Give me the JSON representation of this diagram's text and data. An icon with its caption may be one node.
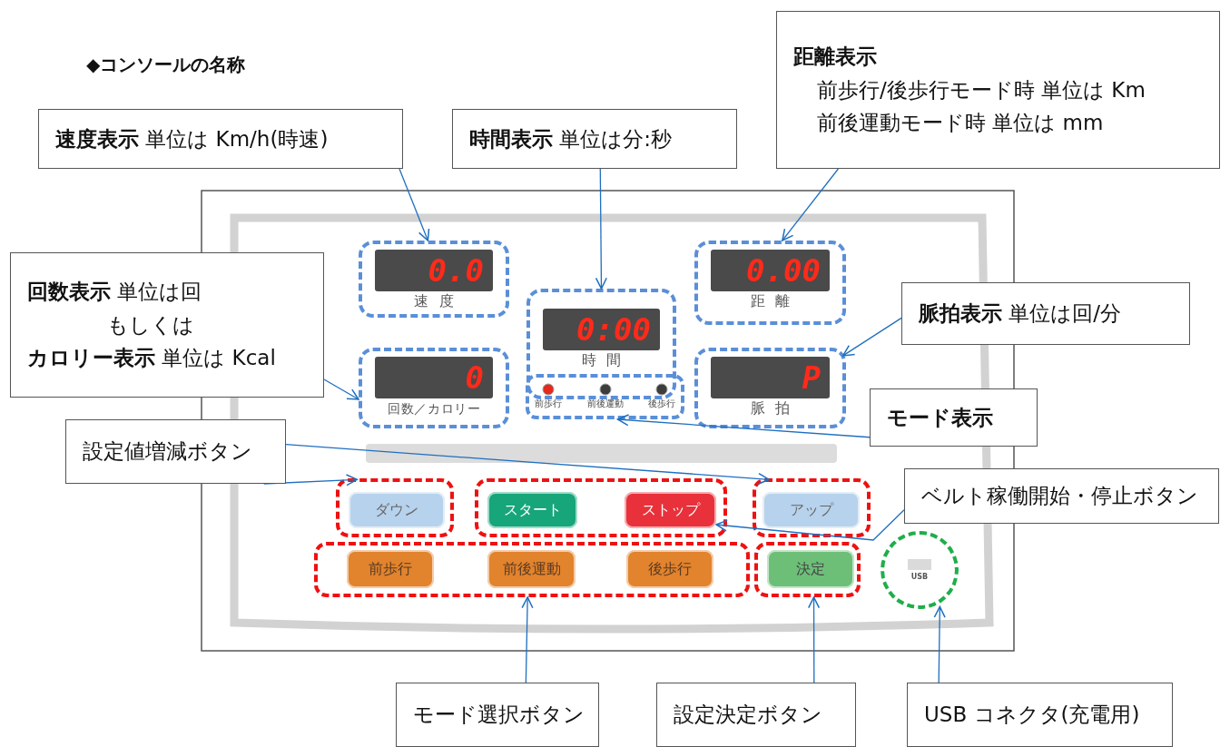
{
  "diagram": {
    "title": "◆コンソールの名称",
    "nodes": [
      {
        "text": [
          "**速度表示** 単位は Km/h(時速)"
        ]
      },
      {
        "text": [
          "**時間表示** 単位は分:秒"
        ]
      },
      {
        "text": [
          "距離表示",
          "前歩行/後歩行モード時 単位は Km",
          "前後運動モード時 単位は mm"
        ]
      },
      {
        "text": [
          "**回数表示** 単位は回",
          "もしくは",
          "**カロリー表示** 単位は Kcal"
        ]
      },
      {
        "text": [
          "**脈拍表示** 単位は回/分"
        ]
      },
      {
        "text": [
          "モード表示"
        ]
      },
      {
        "text": [
          "設定値増減ボタン"
        ]
      },
      {
        "text": [
          "ベルト稼働開始・停止ボタン"
        ]
      },
      {
        "text": [
          "モード選択ボタン"
        ]
      },
      {
        "text": [
          "設定決定ボタン"
        ]
      },
      {
        "text": [
          "USB コネクタ(充電用)"
        ]
      },
      {
        "text": [
          "0.0",
          "速度"
        ]
      },
      {
        "text": [
          "0:00",
          "時間"
        ]
      },
      {
        "text": [
          "0.00",
          "距離"
        ]
      },
      {
        "text": [
          "0",
          "回数／カロリー"
        ]
      },
      {
        "text": [
          "P",
          "脈拍"
        ]
      },
      {
        "text": [
          "前歩行",
          "前後運動",
          "後歩行"
        ]
      },
      {
        "text": [],
        "shape": "box"
      },
      {
        "text": [],
        "shape": "box"
      },
      {
        "text": [],
        "shape": "box"
      },
      {
        "text": [],
        "shape": "box"
      },
      {
        "text": [],
        "shape": "box"
      },
      {
        "text": [
          "USB"
        ]
      },
      {
        "text": [
          "ダウン"
        ],
        "in": 17
      },
      {
        "text": [
          "スタート"
        ],
        "in": 18
      },
      {
        "text": [
          "ストップ"
        ],
        "in": 18
      },
      {
        "text": [
          "アップ"
        ],
        "in": 19
      },
      {
        "text": [
          "前歩行"
        ],
        "in": 20
      },
      {
        "text": [
          "前後運動"
        ],
        "in": 20
      },
      {
        "text": [
          "後歩行"
        ],
        "in": 20
      },
      {
        "text": [
          "決定"
        ],
        "in": 21
      }
    ],
    "edges": [
      {
        "from": 0,
        "to": 11,
        "arrow": "to"
      },
      {
        "from": 1,
        "to": 12,
        "arrow": "to"
      },
      {
        "from": 2,
        "to": 13,
        "arrow": "to"
      },
      {
        "from": 3,
        "to": 14,
        "arrow": "to"
      },
      {
        "from": 4,
        "to": 15,
        "arrow": "to"
      },
      {
        "from": 5,
        "to": 16,
        "arrow": "to"
      },
      {
        "from": 6,
        "to": 17,
        "arrow": "to"
      },
      {
        "from": 6,
        "to": 19,
        "arrow": "to"
      },
      {
        "from": 7,
        "to": 25,
        "arrow": "to"
      },
      {
        "from": 8,
        "to": 20,
        "arrow": "to"
      },
      {
        "from": 9,
        "to": 21,
        "arrow": "to"
      },
      {
        "from": 10,
        "to": 22,
        "arrow": "to"
      }
    ]
  }
}
